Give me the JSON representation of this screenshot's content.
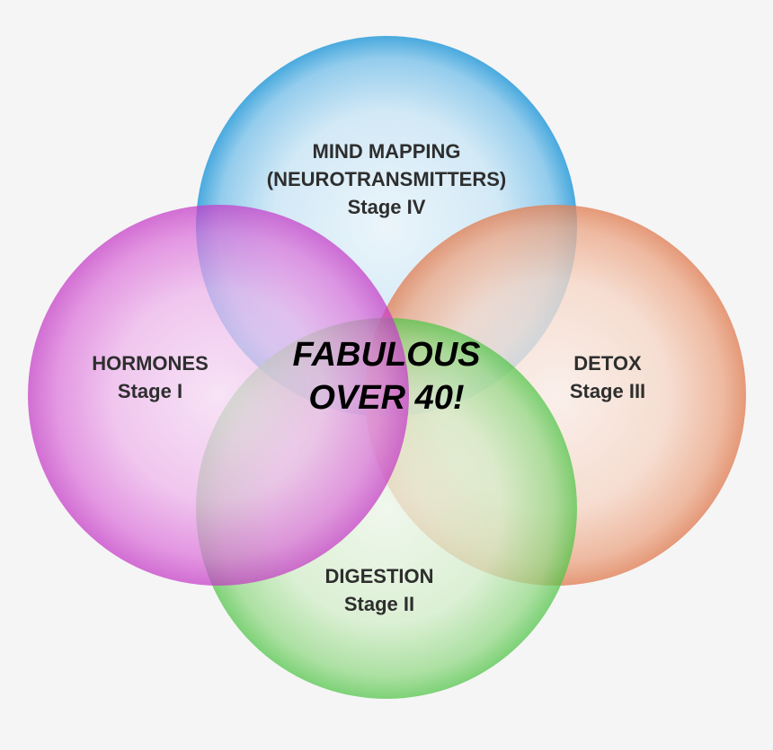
{
  "colors": {
    "background": "#f5f5f5",
    "hormones_edge": "#c83cc8",
    "hormones_center": "#f6d6f4",
    "mind_edge": "#3aa3dc",
    "mind_center": "#e6f3fa",
    "detox_edge": "#e07f55",
    "detox_center": "#faeae2",
    "digestion_edge": "#52c64a",
    "digestion_center": "#e8f6e4"
  },
  "circles": {
    "mind_mapping": {
      "line1": "MIND MAPPING",
      "line2": "(NEUROTRANSMITTERS)",
      "line3": "Stage IV"
    },
    "hormones": {
      "line1": "HORMONES",
      "line2": "Stage I"
    },
    "detox": {
      "line1": "DETOX",
      "line2": "Stage III"
    },
    "digestion": {
      "line1": "DIGESTION",
      "line2": "Stage II"
    }
  },
  "center": {
    "line1": "FABULOUS",
    "line2": "OVER 40!"
  }
}
